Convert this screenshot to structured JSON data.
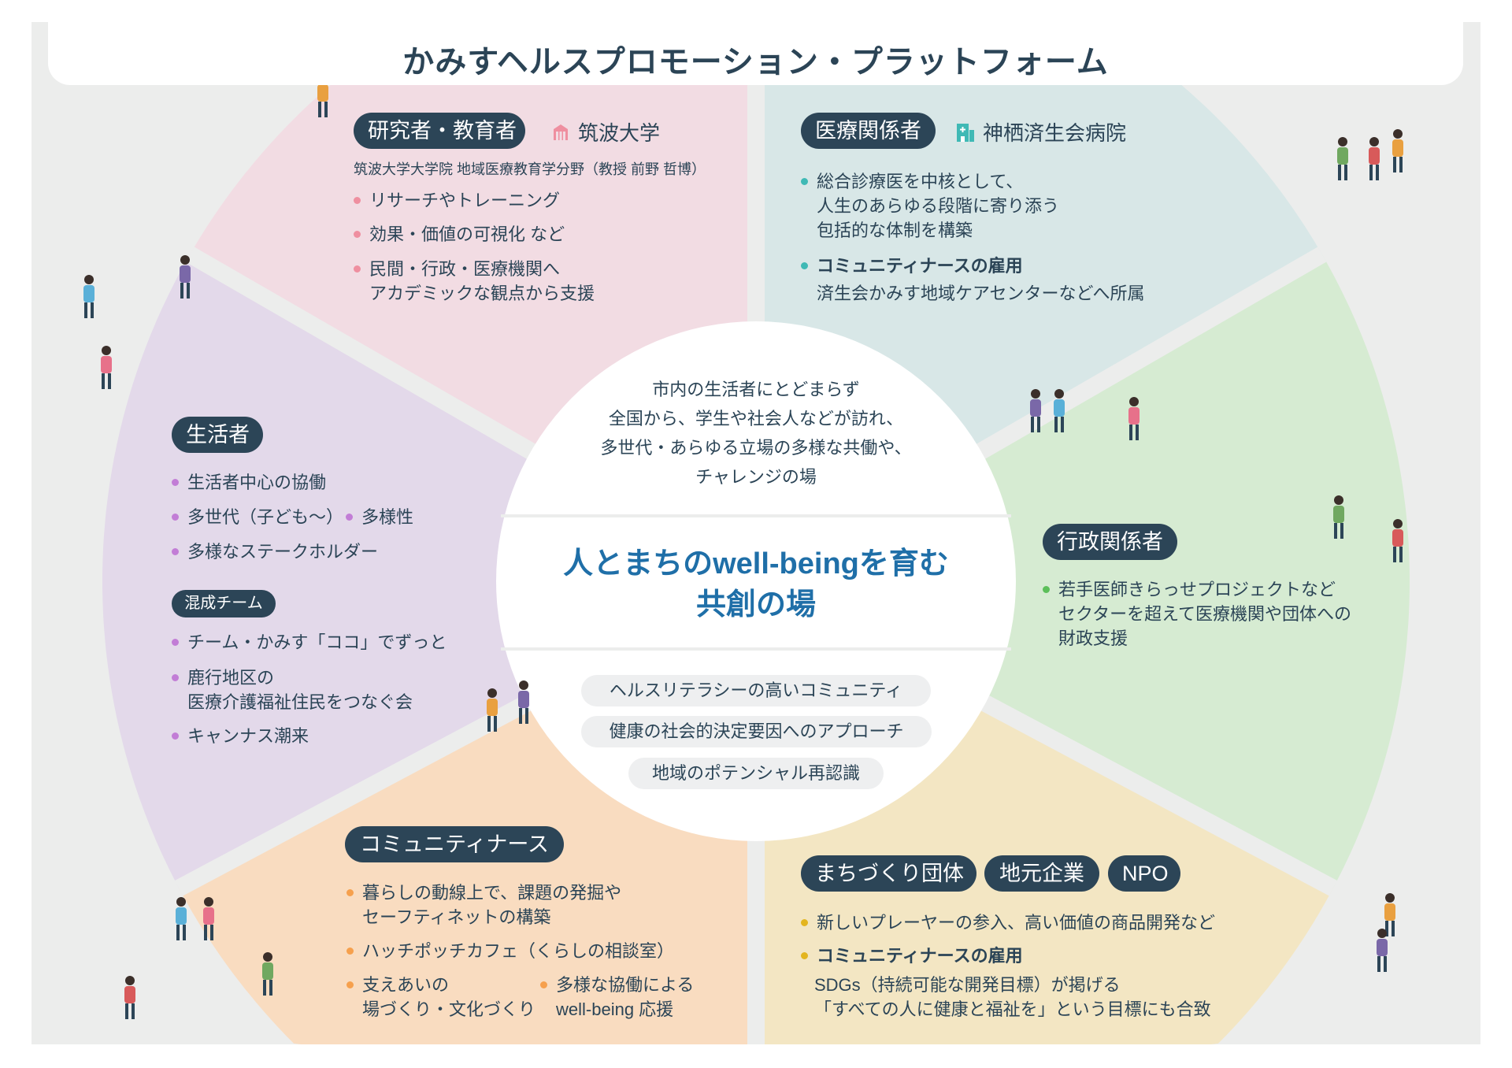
{
  "title": "かみすヘルスプロモーション・プラットフォーム",
  "colors": {
    "text": "#2b4456",
    "pill": "#2c4557",
    "accent_title": "#1f6fa8",
    "sector_research": "#f2dce3",
    "sector_medical": "#d8e7e7",
    "sector_admin": "#d6ebd2",
    "sector_community": "#f3e6c3",
    "sector_nurse": "#f9dcc0",
    "sector_residents": "#e3d9ea"
  },
  "research": {
    "label": "研究者・教育者",
    "org_icon": "university-building-icon",
    "org": "筑波大学",
    "affiliation": "筑波大学大学院 地域医療教育学分野（教授 前野 哲博）",
    "items": [
      "リサーチやトレーニング",
      "効果・価値の可視化 など",
      "民間・行政・医療機関へ\nアカデミックな観点から支援"
    ]
  },
  "medical": {
    "label": "医療関係者",
    "org_icon": "hospital-icon",
    "org": "神栖済生会病院",
    "items": [
      "総合診療医を中核として、\n人生のあらゆる段階に寄り添う\n包括的な体制を構築",
      "コミュニティナースの雇用"
    ],
    "note": "済生会かみす地域ケアセンターなどへ所属"
  },
  "residents": {
    "label": "生活者",
    "items": [
      "生活者中心の協働",
      "多世代（子ども〜）",
      "多様性",
      "多様なステークホルダー"
    ],
    "team_label": "混成チーム",
    "team_items": [
      "チーム・かみす「ココ」でずっと",
      "鹿行地区の\n医療介護福祉住民をつなぐ会",
      "キャンナス潮来"
    ]
  },
  "admin": {
    "label": "行政関係者",
    "items": [
      "若手医師きらっせプロジェクトなど\nセクターを超えて医療機関や団体への\n財政支援"
    ]
  },
  "nurse": {
    "label": "コミュニティナース",
    "items": [
      "暮らしの動線上で、課題の発掘や\nセーフティネットの構築",
      "ハッチポッチカフェ（くらしの相談室）",
      "支えあいの\n場づくり・文化づくり",
      "多様な協働による\nwell-being 応援"
    ]
  },
  "community": {
    "labels": [
      "まちづくり団体",
      "地元企業",
      "NPO"
    ],
    "items": [
      "新しいプレーヤーの参入、高い価値の商品開発など",
      "コミュニティナースの雇用"
    ],
    "note": "SDGs（持続可能な開発目標）が掲げる\n「すべての人に健康と福祉を」という目標にも合致"
  },
  "center": {
    "intro": "市内の生活者にとどまらず\n全国から、学生や社会人などが訪れ、\n多世代・あらゆる立場の多様な共働や、\nチャレンジの場",
    "headline": "人とまちのwell-beingを育む\n共創の場",
    "keywords": [
      "ヘルスリテラシーの高いコミュニティ",
      "健康の社会的決定要因へのアプローチ",
      "地域のポテンシャル再認識"
    ]
  }
}
